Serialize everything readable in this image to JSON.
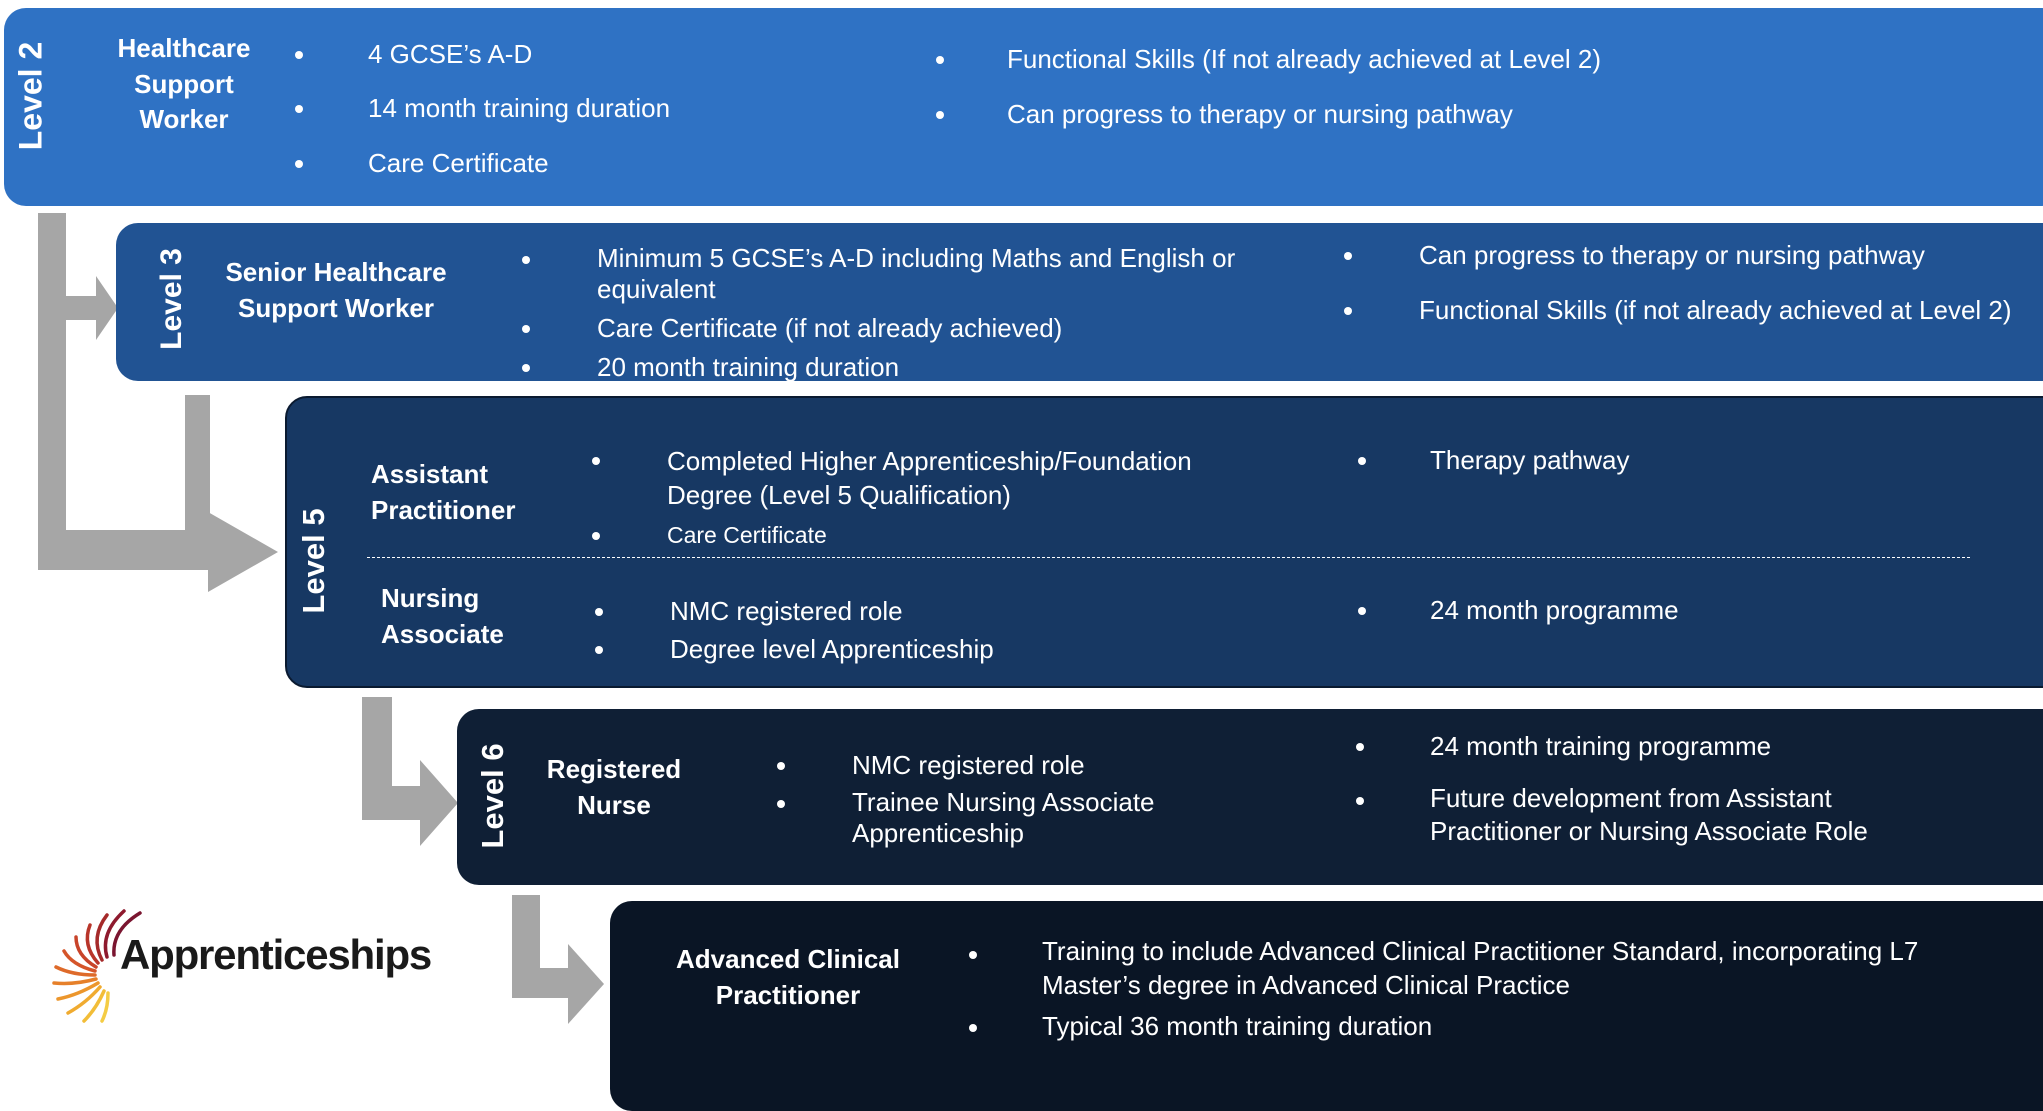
{
  "colors": {
    "level2": "#2f72c4",
    "level3": "#215393",
    "level5": "#173863",
    "level6": "#0f1f35",
    "advanced": "#0a1525",
    "arrow": "#a6a6a6"
  },
  "level2": {
    "label": "Level 2",
    "role": "Healthcare Support Worker",
    "col1": [
      "4 GCSE’s A-D",
      "14 month training duration",
      "Care Certificate"
    ],
    "col2": [
      "Functional Skills (If not already achieved at Level 2)",
      "Can progress to therapy or nursing pathway"
    ]
  },
  "level3": {
    "label": "Level 3",
    "role": "Senior Healthcare Support Worker",
    "col1": [
      "Minimum 5 GCSE’s A-D including Maths and English or equivalent",
      "Care Certificate (if not already achieved)",
      "20 month training duration"
    ],
    "col2": [
      "Can progress to therapy or nursing pathway",
      "Functional Skills (if not already achieved at Level 2)"
    ]
  },
  "level5": {
    "label": "Level 5",
    "assistant": {
      "role": "Assistant Practitioner",
      "col1": [
        "Completed Higher Apprenticeship/Foundation Degree (Level 5 Qualification)",
        "Care Certificate"
      ],
      "col2": [
        "Therapy pathway"
      ]
    },
    "nursing": {
      "role": "Nursing Associate",
      "col1": [
        "NMC registered role",
        "Degree level Apprenticeship"
      ],
      "col2": [
        "24 month programme"
      ]
    }
  },
  "level6": {
    "label": "Level 6",
    "role": "Registered Nurse",
    "col1": [
      "NMC registered role",
      "Trainee Nursing Associate Apprenticeship"
    ],
    "col2": [
      "24 month training programme",
      "Future development from Assistant Practitioner or Nursing Associate Role"
    ]
  },
  "advanced": {
    "role": "Advanced Clinical Practitioner",
    "col1": [
      "Training to include Advanced Clinical Practitioner Standard, incorporating L7 Master’s degree in Advanced Clinical Practice",
      "Typical 36 month training duration"
    ]
  },
  "logo": {
    "text": "Apprenticeships"
  }
}
